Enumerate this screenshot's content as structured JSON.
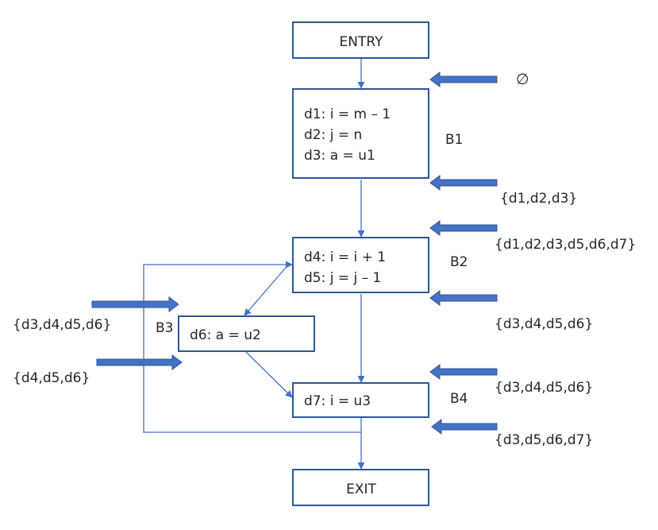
{
  "nodes": {
    "entry": {
      "lines": [
        "ENTRY"
      ]
    },
    "b1": {
      "label": "B1",
      "lines": [
        "d1: i = m – 1",
        "d2: j = n",
        "d3: a = u1"
      ]
    },
    "b2": {
      "label": "B2",
      "lines": [
        "d4: i = i + 1",
        "d5: j = j – 1"
      ]
    },
    "b3": {
      "label": "B3",
      "lines": [
        "d6: a = u2"
      ]
    },
    "b4": {
      "label": "B4",
      "lines": [
        "d7: i = u3"
      ]
    },
    "exit": {
      "lines": [
        "EXIT"
      ]
    }
  },
  "sets": {
    "b1_in": "∅",
    "b1_out": "{d1,d2,d3}",
    "b2_in": "{d1,d2,d3,d5,d6,d7}",
    "b2_out": "{d3,d4,d5,d6}",
    "b3_in": "{d3,d4,d5,d6}",
    "b3_out": "{d4,d5,d6}",
    "b4_in": "{d3,d4,d5,d6}",
    "b4_out": "{d3,d5,d6,d7}"
  },
  "colors": {
    "box_stroke": "#2f5597",
    "edge": "#4472c4",
    "set_arrow": "#4472c4",
    "text": "#262626"
  }
}
